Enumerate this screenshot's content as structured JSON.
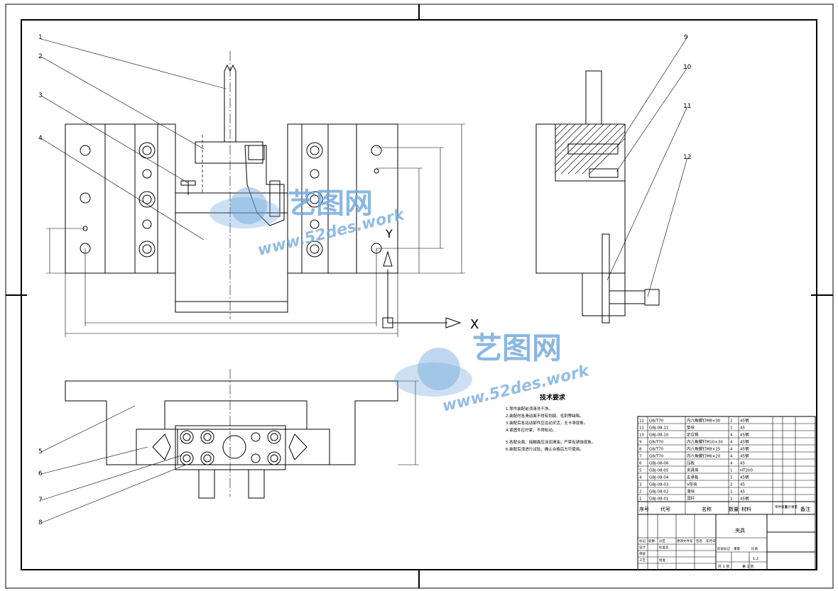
{
  "drawing": {
    "leader_labels": [
      "1",
      "2",
      "3",
      "4",
      "5",
      "6",
      "7",
      "8",
      "9",
      "10",
      "11",
      "12"
    ],
    "axis_x": "X",
    "axis_y": "Y",
    "tech_title": "技术要求",
    "tech_lines": [
      "1.零件装配前须清洗干净。",
      "2.装配时各滑动面不得有划痕、毛刺等缺陷。",
      "3.装配后各运动部件应运动灵活，无卡滞现象。",
      "4.紧固件应拧紧，不得松动。",
      "5.各配合面、接触面应涂润滑油，严禁有锈蚀现象。",
      "6.装配后须进行试验，确认合格后方可使用。"
    ]
  },
  "watermark": {
    "brand_cn": "艺图网",
    "url": "www.52des.work"
  },
  "bom": {
    "header": [
      "序号",
      "代号",
      "名称",
      "数量",
      "材料",
      "单件重量",
      "总计重量",
      "备注"
    ],
    "rows": [
      [
        "12",
        "GB/T70",
        "内六角螺钉M8×30",
        "2",
        "45钢"
      ],
      [
        "11",
        "GBJ-08-11",
        "垫块",
        "1",
        "45"
      ],
      [
        "10",
        "GBJ-08-10",
        "定位销",
        "4",
        "45钢"
      ],
      [
        "9",
        "GB/T70",
        "内六角螺钉M10×30",
        "4",
        "45钢"
      ],
      [
        "8",
        "GB/T70",
        "内六角螺钉M8×25",
        "4",
        "45钢"
      ],
      [
        "7",
        "GB/T70",
        "内六角螺钉M6×20",
        "4",
        "45钢"
      ],
      [
        "6",
        "GBJ-08-06",
        "压板",
        "4",
        "45"
      ],
      [
        "5",
        "GBJ-08-05",
        "夹具体",
        "1",
        "HT200"
      ],
      [
        "4",
        "GBJ-08-04",
        "支承板",
        "1",
        "45钢"
      ],
      [
        "3",
        "GBJ-08-03",
        "V形块",
        "2",
        "45"
      ],
      [
        "2",
        "GBJ-08-02",
        "滑块",
        "1",
        "45"
      ],
      [
        "1",
        "GBJ-08-01",
        "顶杆",
        "1",
        "45钢"
      ]
    ]
  },
  "title_block": {
    "drawing_name": "夹具",
    "scale": "1:2",
    "sheet_total": "共 1 张",
    "sheet_no": "第 1 张",
    "labels": [
      "标记",
      "处数",
      "分区",
      "更改文件号",
      "签名",
      "年月日",
      "设计",
      "标准化",
      "审核",
      "工艺",
      "批准",
      "阶段标记",
      "重量",
      "比例"
    ]
  }
}
